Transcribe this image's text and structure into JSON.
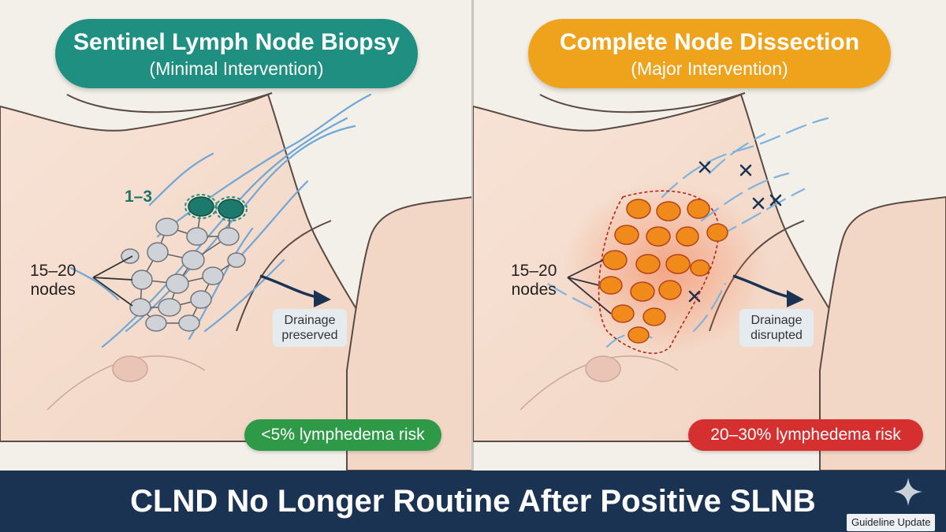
{
  "left_panel": {
    "title": "Sentinel Lymph Node Biopsy",
    "subtitle": "(Minimal Intervention)",
    "sentinel_label": "1–3",
    "nodes_label": [
      "15–20",
      "nodes"
    ],
    "drainage_label": [
      "Drainage",
      "preserved"
    ],
    "risk_label": "<5% lymphedema risk"
  },
  "right_panel": {
    "title": "Complete Node Dissection",
    "subtitle": "(Major Intervention)",
    "nodes_label": [
      "15–20",
      "nodes"
    ],
    "drainage_label": [
      "Drainage",
      "disrupted"
    ],
    "risk_label": "20–30% lymphedema risk"
  },
  "banner": {
    "title": "CLND No Longer Routine After Positive SLNB",
    "tag": "Guideline Update"
  },
  "colors": {
    "teal": "#1f8f82",
    "orange": "#efa31c",
    "green": "#2e9a47",
    "red": "#d62f2f",
    "navy": "#1b3352",
    "skin": "#f6e0d2",
    "node_gray": "#cfd2d6",
    "node_orange": "#f08a1a",
    "vessel_blue": "#6fa7d6"
  },
  "icons": [
    "arrow-icon",
    "sparkle-icon",
    "cross-mark-icon"
  ]
}
